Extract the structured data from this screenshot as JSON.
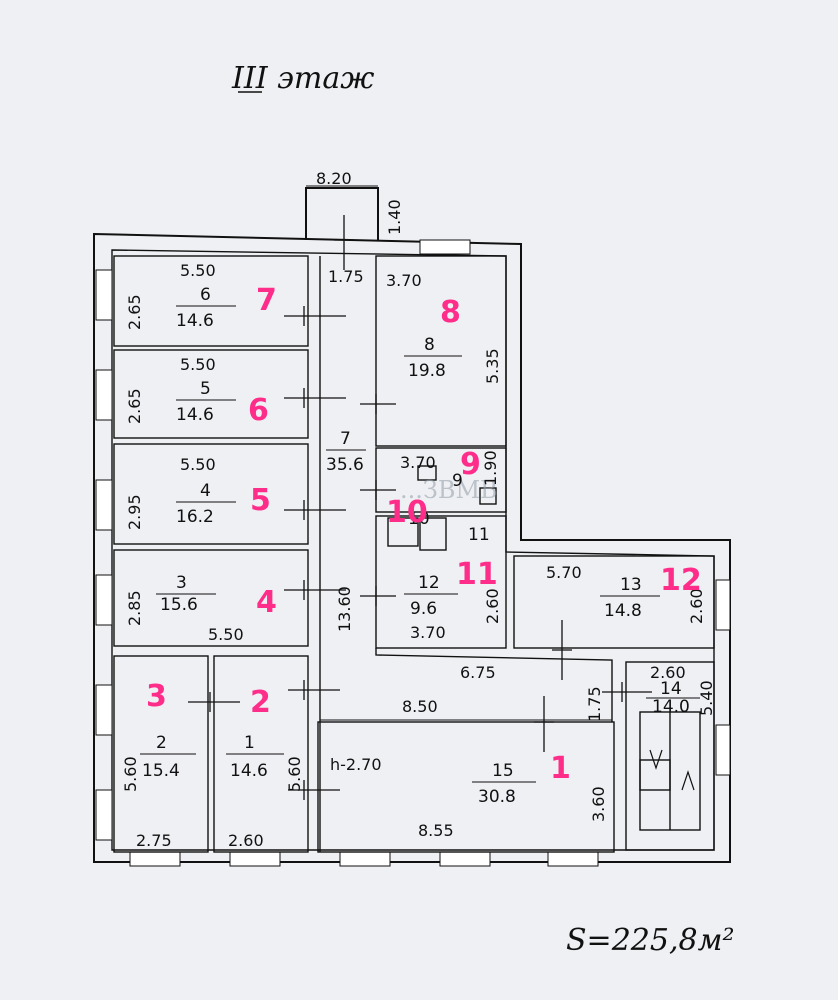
{
  "title": "III этаж",
  "total_area": "S=225,8м²",
  "colors": {
    "ink": "#111111",
    "pink": "#ff2d8a",
    "paper": "#eef0f3"
  },
  "watermark": "...ЗВМВ",
  "rooms": [
    {
      "id": "r6",
      "num": "6",
      "area": "14.6",
      "w": "5.50",
      "h": "2.65",
      "mark": "7"
    },
    {
      "id": "r5",
      "num": "5",
      "area": "14.6",
      "w": "5.50",
      "h": "2.65",
      "mark": "6"
    },
    {
      "id": "r4",
      "num": "4",
      "area": "16.2",
      "w": "5.50",
      "h": "2.95",
      "mark": "5"
    },
    {
      "id": "r3",
      "num": "3",
      "area": "15.6",
      "w": "5.50",
      "h": "2.85",
      "mark": "4"
    },
    {
      "id": "r2",
      "num": "2",
      "area": "15.4",
      "w": "2.75",
      "h": "5.60",
      "mark": "3"
    },
    {
      "id": "r1",
      "num": "1",
      "area": "14.6",
      "w": "2.60",
      "h": "5.60",
      "mark": "2"
    },
    {
      "id": "r7",
      "num": "7",
      "area": "35.6",
      "w": "1.75",
      "h": "13.60",
      "mark": ""
    },
    {
      "id": "r8",
      "num": "8",
      "area": "19.8",
      "w": "3.70",
      "h": "5.35",
      "mark": "8"
    },
    {
      "id": "r9",
      "num": "9",
      "area": "",
      "w": "3.70",
      "h": "1.90",
      "mark": "9"
    },
    {
      "id": "r10",
      "num": "10",
      "area": "",
      "w": "",
      "h": "",
      "mark": "10"
    },
    {
      "id": "r11",
      "num": "11",
      "area": "",
      "w": "",
      "h": "",
      "mark": "11"
    },
    {
      "id": "r12",
      "num": "12",
      "area": "9.6",
      "w": "3.70",
      "h": "2.60",
      "mark": "11"
    },
    {
      "id": "r13",
      "num": "13",
      "area": "14.8",
      "w": "5.70",
      "h": "2.60",
      "mark": "12"
    },
    {
      "id": "r14",
      "num": "14",
      "area": "14.0",
      "w": "2.60",
      "h": "5.40",
      "mark": ""
    },
    {
      "id": "r15",
      "num": "15",
      "area": "30.8",
      "w": "8.55",
      "h": "3.60",
      "mark": "1"
    }
  ],
  "dims": {
    "top_porch": "8.20",
    "porch_h": "1.40",
    "corridor_w": "1.75",
    "hall_w": "6.75",
    "hall_len": "8.50",
    "hall_h": "1.75",
    "ceiling": "h-2.70",
    "r3_bottom": "5.50"
  }
}
